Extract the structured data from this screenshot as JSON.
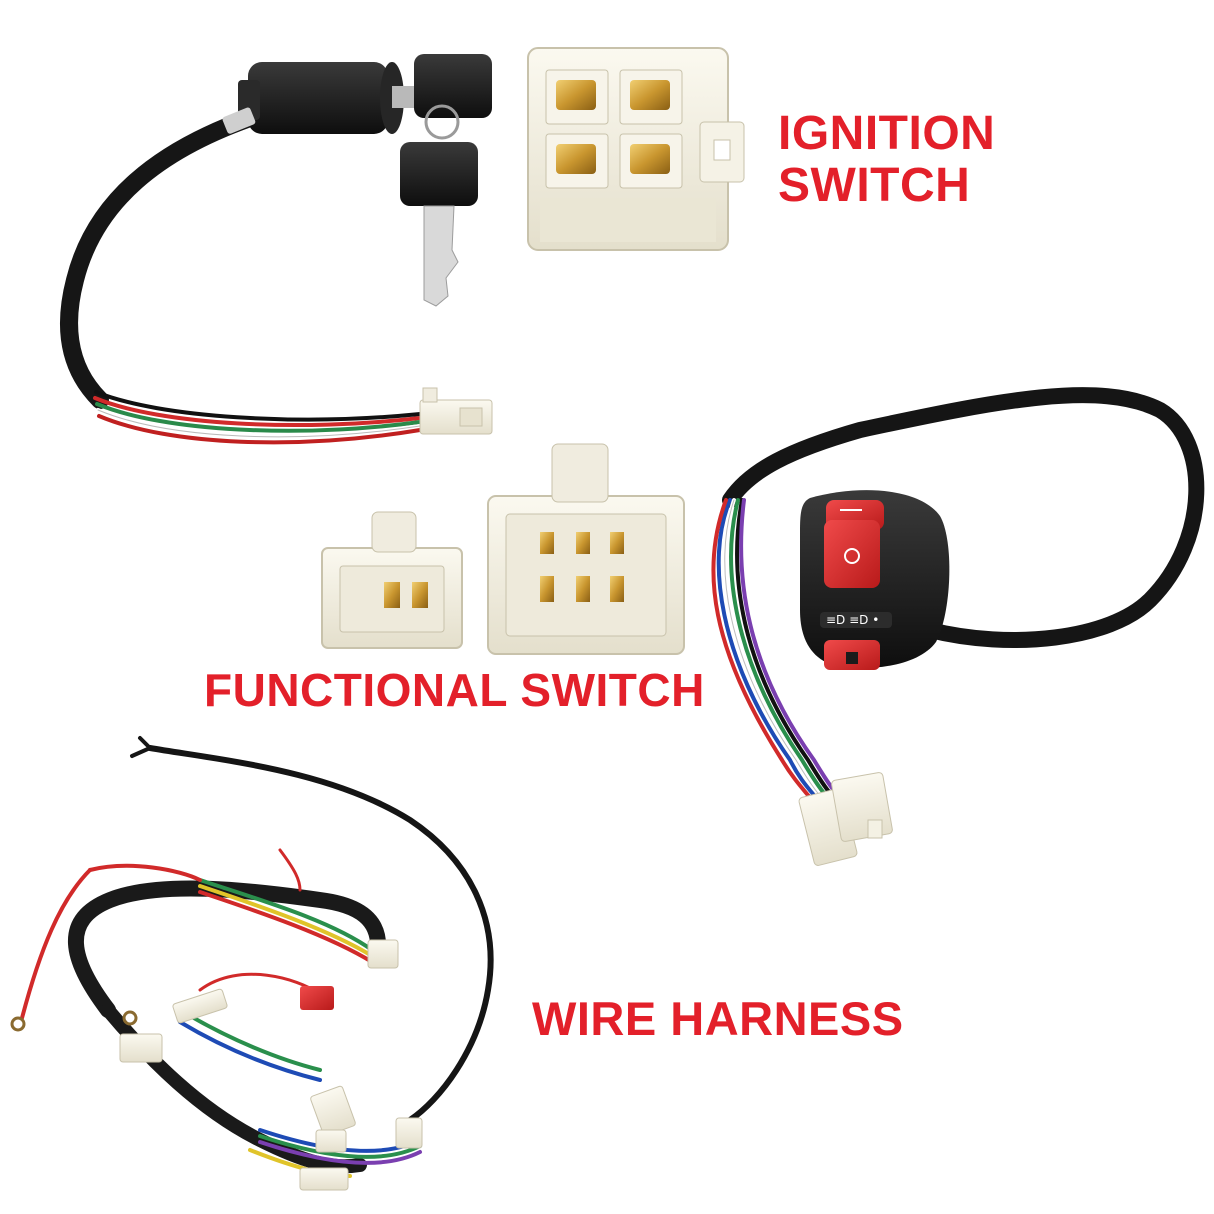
{
  "labels": {
    "ignition_line1": "IGNITION",
    "ignition_line2": "SWITCH",
    "functional": "FUNCTIONAL SWITCH",
    "harness": "WIRE HARNESS"
  },
  "colors": {
    "label_red": "#e3202a",
    "switch_red": "#e02a2a",
    "plastic_black": "#1b1b1b",
    "connector_white": "#f2eee2",
    "terminal_brass": "#c9962f"
  }
}
